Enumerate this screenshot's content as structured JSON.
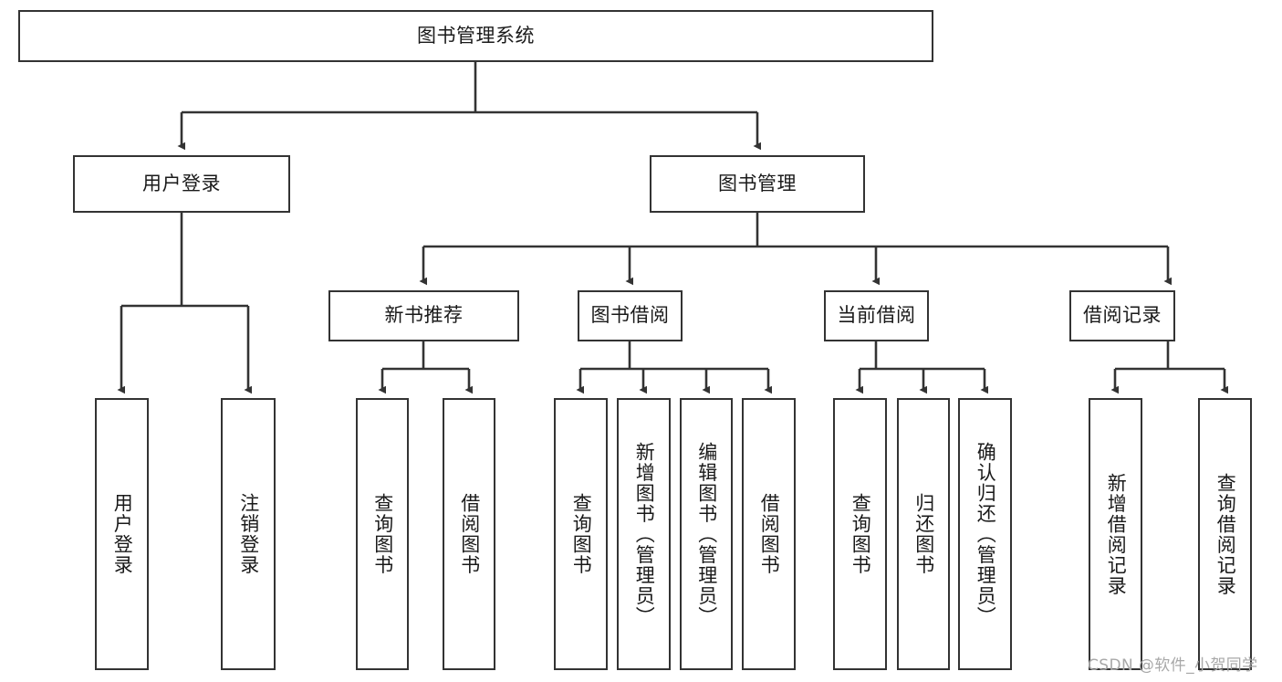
{
  "diagram": {
    "title": "图书管理系统",
    "type": "hierarchy-tree",
    "root": {
      "label": "图书管理系统"
    },
    "level1": [
      {
        "label": "用户登录"
      },
      {
        "label": "图书管理"
      }
    ],
    "level2": [
      {
        "label": "新书推荐"
      },
      {
        "label": "图书借阅"
      },
      {
        "label": "当前借阅"
      },
      {
        "label": "借阅记录"
      }
    ],
    "leaves": {
      "user_login": [
        {
          "label": "用户登录"
        },
        {
          "label": "注销登录"
        }
      ],
      "new_book_recommend": [
        {
          "label": "查询图书"
        },
        {
          "label": "借阅图书"
        }
      ],
      "book_borrow": [
        {
          "label": "查询图书"
        },
        {
          "label": "新增图书（管理员）"
        },
        {
          "label": "编辑图书（管理员）"
        },
        {
          "label": "借阅图书"
        }
      ],
      "current_borrow": [
        {
          "label": "查询图书"
        },
        {
          "label": "归还图书"
        },
        {
          "label": "确认归还（管理员）"
        }
      ],
      "borrow_record": [
        {
          "label": "新增借阅记录"
        },
        {
          "label": "查询借阅记录"
        }
      ]
    }
  },
  "watermark": {
    "text": "CSDN @软件_小贺同学"
  },
  "colors": {
    "border": "#333333",
    "background": "#ffffff",
    "text": "#1a1a1a",
    "watermark": "#a8a8a8"
  }
}
